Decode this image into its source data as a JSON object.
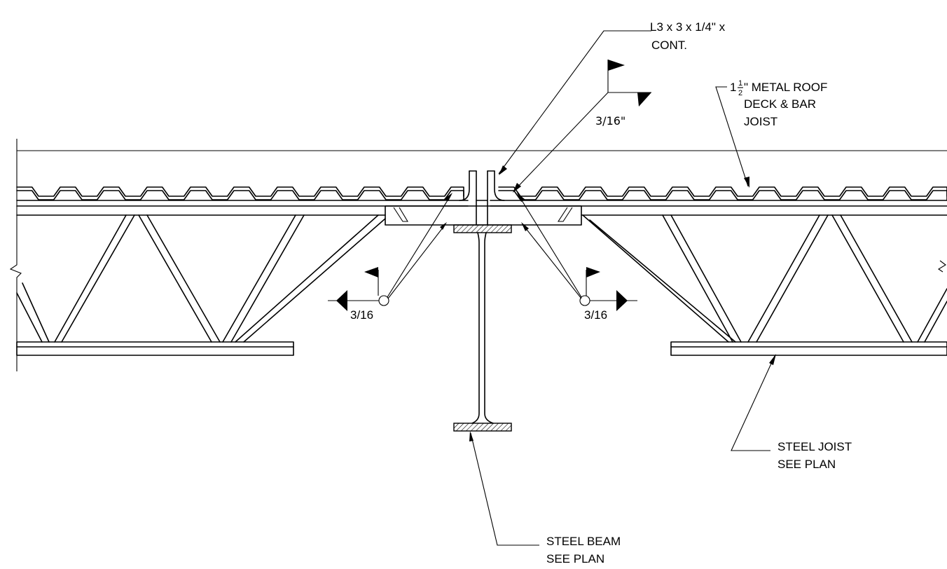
{
  "labels": {
    "angle_line1": "L3 x 3 x 1/4\" x",
    "angle_line2": "CONT.",
    "deck_prefix": "1",
    "deck_frac_num": "1",
    "deck_frac_den": "2",
    "deck_line1_suffix": "\" METAL ROOF",
    "deck_line2": "DECK & BAR",
    "deck_line3": "JOIST",
    "weld_top": "3/16\"",
    "weld_left": "3/16",
    "weld_right": "3/16",
    "joist_line1": "STEEL JOIST",
    "joist_line2": "SEE PLAN",
    "beam_line1": "STEEL BEAM",
    "beam_line2": "SEE PLAN"
  }
}
